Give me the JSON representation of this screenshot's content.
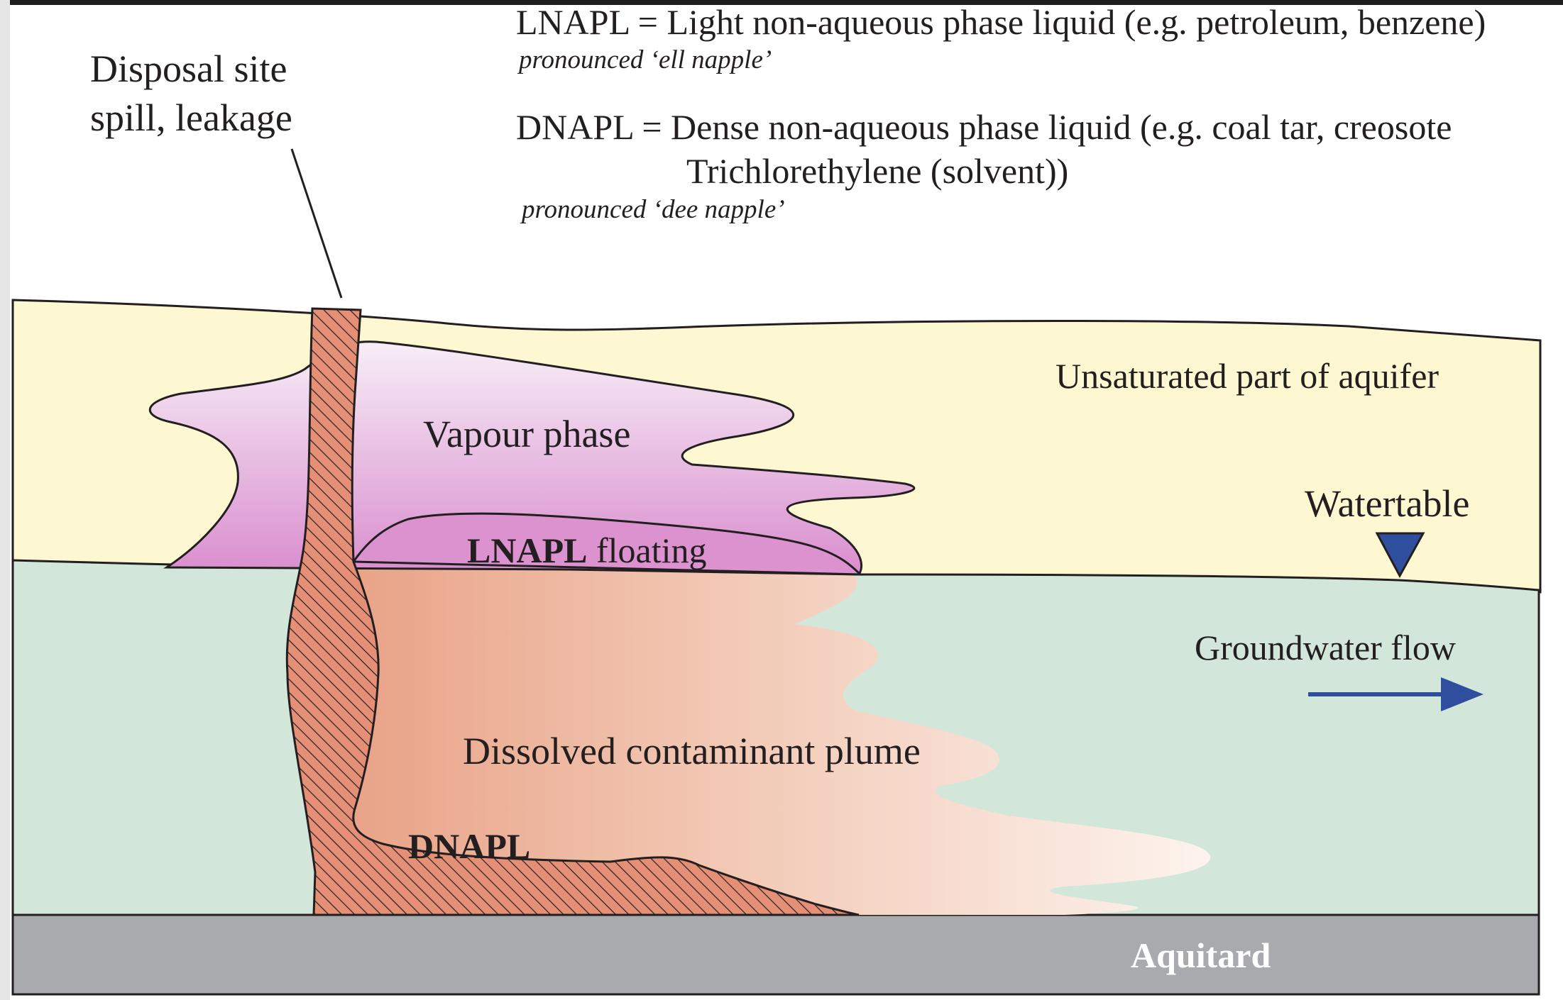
{
  "legend": {
    "lnapl_line": "LNAPL = Light non-aqueous phase liquid (e.g. petroleum, benzene)",
    "lnapl_pronounced": "pronounced ‘ell napple’",
    "dnapl_line1": "DNAPL = Dense non-aqueous phase liquid (e.g. coal tar, creosote",
    "dnapl_line2": "Trichlorethylene (solvent))",
    "dnapl_pronounced": "pronounced ‘dee napple’"
  },
  "labels": {
    "disposal_line1": "Disposal site",
    "disposal_line2": "spill, leakage",
    "unsaturated": "Unsaturated part of aquifer",
    "vapour": "Vapour phase",
    "lnapl_bold": "LNAPL",
    "lnapl_floating": " floating",
    "watertable": "Watertable",
    "groundwater_flow": "Groundwater flow",
    "dissolved_plume": "Dissolved contaminant plume",
    "dnapl": "DNAPL",
    "aquitard": "Aquitard"
  },
  "colors": {
    "unsaturated_zone": "#fdf8d2",
    "saturated_zone": "#d2e7d9",
    "aquitard": "#a8aaad",
    "vapour_top": "#f7eef7",
    "vapour_bottom": "#d98dce",
    "lnapl_pool": "#dc92cf",
    "plume_source": "#e8a084",
    "dnapl_hatch": "#e48f76",
    "flow_arrow": "#2f4f9e",
    "watertable_marker": "#2f4f9e",
    "outline": "#231f20",
    "aquitard_text": "#ffffff"
  }
}
